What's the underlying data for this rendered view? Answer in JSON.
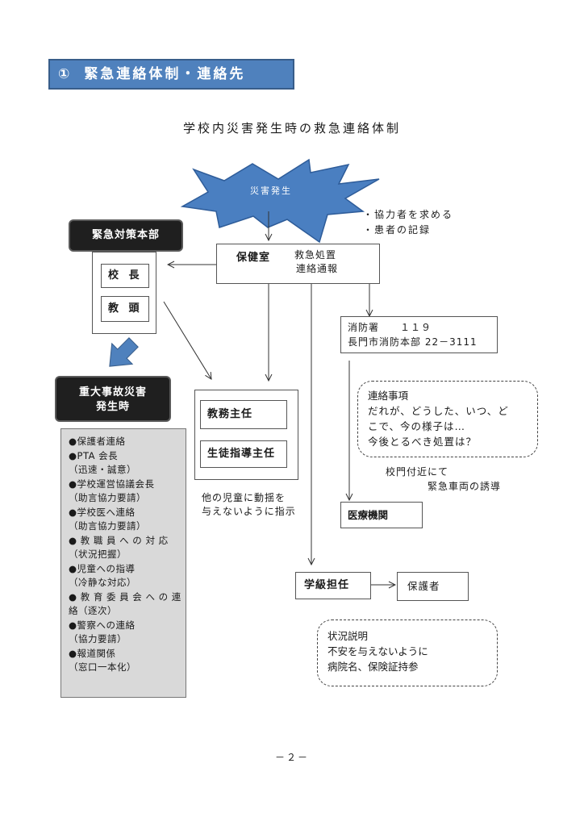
{
  "header": {
    "number": "①",
    "title": "緊急連絡体制・連絡先"
  },
  "diagram": {
    "title": "学校内災害発生時の救急連絡体制",
    "event_label": "災害発生",
    "event_notes": [
      "・協力者を求める",
      "・患者の記録"
    ],
    "hq": {
      "label": "緊急対策本部",
      "members": [
        "校 長",
        "教 頭"
      ]
    },
    "health_room": {
      "label": "保健室",
      "actions": [
        "救急処置",
        "連絡通報"
      ]
    },
    "fire_dept": {
      "line1": "消防署　　１１９",
      "line2": "長門市消防本部 22－3111"
    },
    "contact_items": {
      "title": "連絡事項",
      "lines": [
        "だれが、どうした、いつ、ど",
        "こで、今の様子は…",
        "今後とるべき処置は？"
      ]
    },
    "guidance_note": [
      "校門付近にて",
      "緊急車両の誘導"
    ],
    "medical": "医療機関",
    "staff": {
      "items": [
        "教務主任",
        "生徒指導主任"
      ],
      "note": [
        "他の児童に動揺を",
        "与えないように指示"
      ]
    },
    "serious": {
      "label_line1": "重大事故災害",
      "label_line2": "発生時"
    },
    "serious_list": [
      "●保護者連絡",
      "●PTA 会長",
      "（迅速・誠意）",
      "●学校運営協議会長",
      "（助言協力要請）",
      "●学校医へ連絡",
      "（助言協力要請）",
      "● 教 職 員 へ の 対 応",
      "（状況把握）",
      "●児童への指導",
      "（冷静な対応）",
      "● 教 育 委 員 会 へ の 連",
      "絡（逐次）",
      "●警察への連絡",
      "（協力要請）",
      "●報道関係",
      "（窓口一本化）"
    ],
    "homeroom": "学級担任",
    "guardian": "保護者",
    "situation": {
      "title": "状況説明",
      "lines": [
        "不安を与えないように",
        "病院名、保険証持参"
      ]
    }
  },
  "footer": {
    "page": "－２－"
  },
  "colors": {
    "header_bg": "#4f81bd",
    "star": "#4a7fc1",
    "arrow_blue": "#4f81bd",
    "gray_box": "#d9d9d9"
  }
}
